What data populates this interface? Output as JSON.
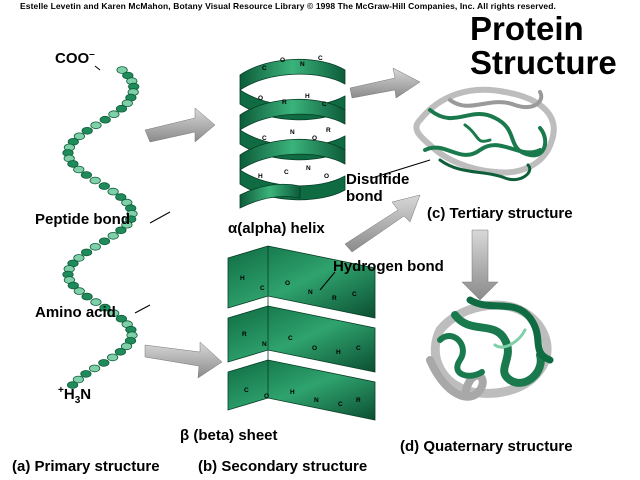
{
  "credit": "Estelle Levetin and Karen McMahon, Botany Visual Resource Library © 1998 The McGraw-Hill Companies, Inc. All rights reserved.",
  "title_line1": "Protein",
  "title_line2": "Structure",
  "labels": {
    "coo": "COO",
    "coo_charge": "–",
    "peptide_bond": "Peptide bond",
    "amino_acid": "Amino acid",
    "h3n_charge": "+",
    "h3n_h": "H",
    "h3n_sub": "3",
    "h3n_n": "N",
    "alpha_helix": "α(alpha) helix",
    "hydrogen_bond": "Hydrogen bond",
    "beta_sheet": "β (beta) sheet",
    "disulfide_1": "Disulfide",
    "disulfide_2": "bond",
    "tertiary": "(c) Tertiary structure",
    "quaternary": "(d) Quaternary structure",
    "primary": "(a) Primary structure",
    "secondary": "(b) Secondary structure"
  },
  "colors": {
    "strand_green": "#1f8a5a",
    "strand_dark": "#0d5c3a",
    "strand_light": "#7fd0a8",
    "arrow_gray": "#9a9a9a",
    "ribbon_gray": "#c8c8c8"
  }
}
